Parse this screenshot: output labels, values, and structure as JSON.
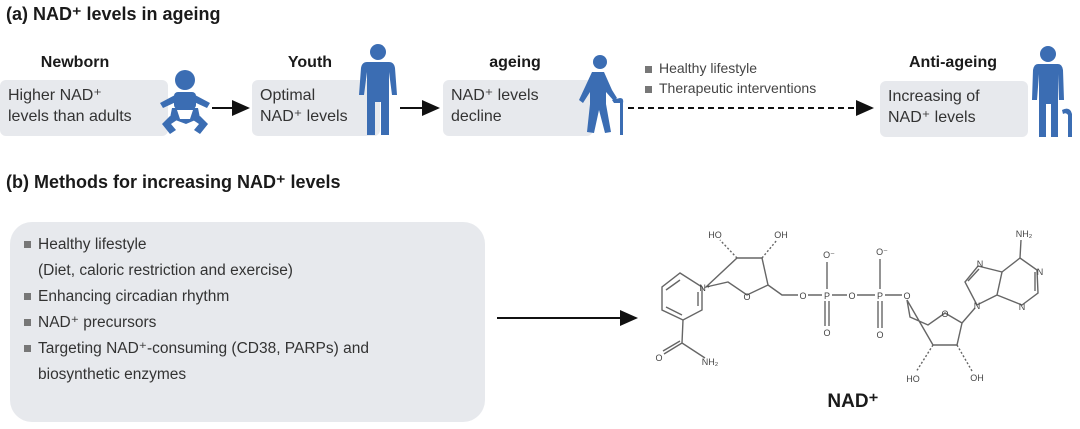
{
  "part_a": {
    "title": "(a) NAD⁺ levels in ageing",
    "stages": [
      {
        "label": "Newborn",
        "text1": "Higher NAD⁺",
        "text2": "levels than adults"
      },
      {
        "label": "Youth",
        "text1": "Optimal",
        "text2": "NAD⁺ levels"
      },
      {
        "label": "ageing",
        "text1": "NAD⁺ levels",
        "text2": "decline"
      },
      {
        "label": "Anti-ageing",
        "text1": "Increasing of",
        "text2": "NAD⁺ levels"
      }
    ],
    "interventions": [
      "Healthy lifestyle",
      "Therapeutic interventions"
    ]
  },
  "part_b": {
    "title": "(b) Methods for increasing NAD⁺ levels",
    "methods": [
      "Healthy lifestyle",
      "(Diet, caloric restriction and exercise)",
      "Enhancing circadian rhythm",
      "NAD⁺ precursors",
      "Targeting NAD⁺-consuming (CD38, PARPs) and",
      "biosynthetic enzymes"
    ],
    "molecule_label": "NAD⁺",
    "atom_labels": {
      "ho": "HO",
      "oh": "OH",
      "o": "O",
      "p": "P",
      "o_minus": "O⁻",
      "n": "N",
      "n_plus": "N⁺",
      "nh2": "NH₂"
    }
  },
  "colors": {
    "icon": "#3b6db3",
    "box": "#e7e9ed"
  }
}
